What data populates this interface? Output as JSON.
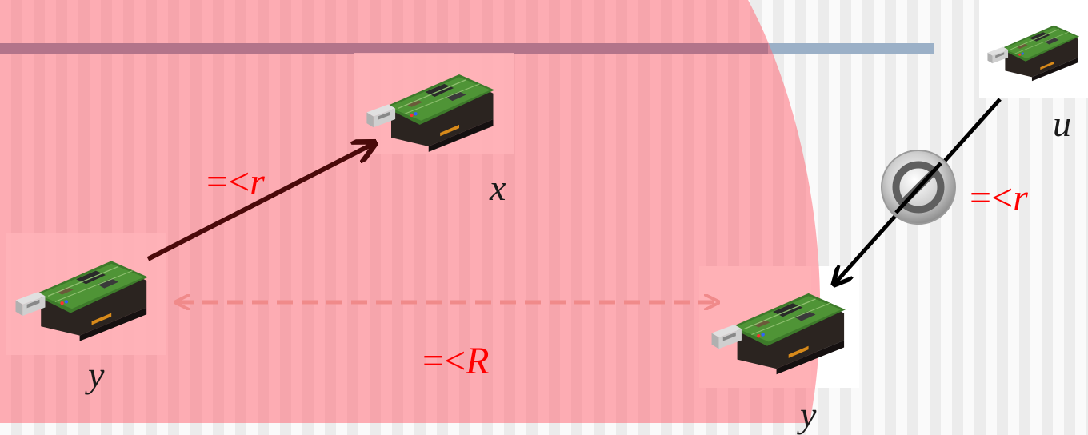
{
  "nodes": {
    "x": {
      "label": "x"
    },
    "y_left": {
      "label": "y"
    },
    "v": {
      "label": "y"
    },
    "u": {
      "label": "u"
    }
  },
  "edges": {
    "y_to_x": {
      "label_op": "=<",
      "label_var": "r"
    },
    "u_to_v": {
      "label_op": "=<",
      "label_var": "r"
    },
    "y_to_v": {
      "label_op": "=<",
      "label_var": "R"
    }
  },
  "colors": {
    "range_circle": "#ff6b78",
    "title_bar_left": "#b07e96",
    "title_bar_right": "#9bb0c7",
    "arrow_dark": "#4a0a0a",
    "arrow_black": "#000000",
    "dashed": "#f08a8a",
    "label_red": "#ff0000"
  },
  "icons": {
    "sensor": "sensor-mote-icon",
    "blocked": "prohibited-icon"
  }
}
